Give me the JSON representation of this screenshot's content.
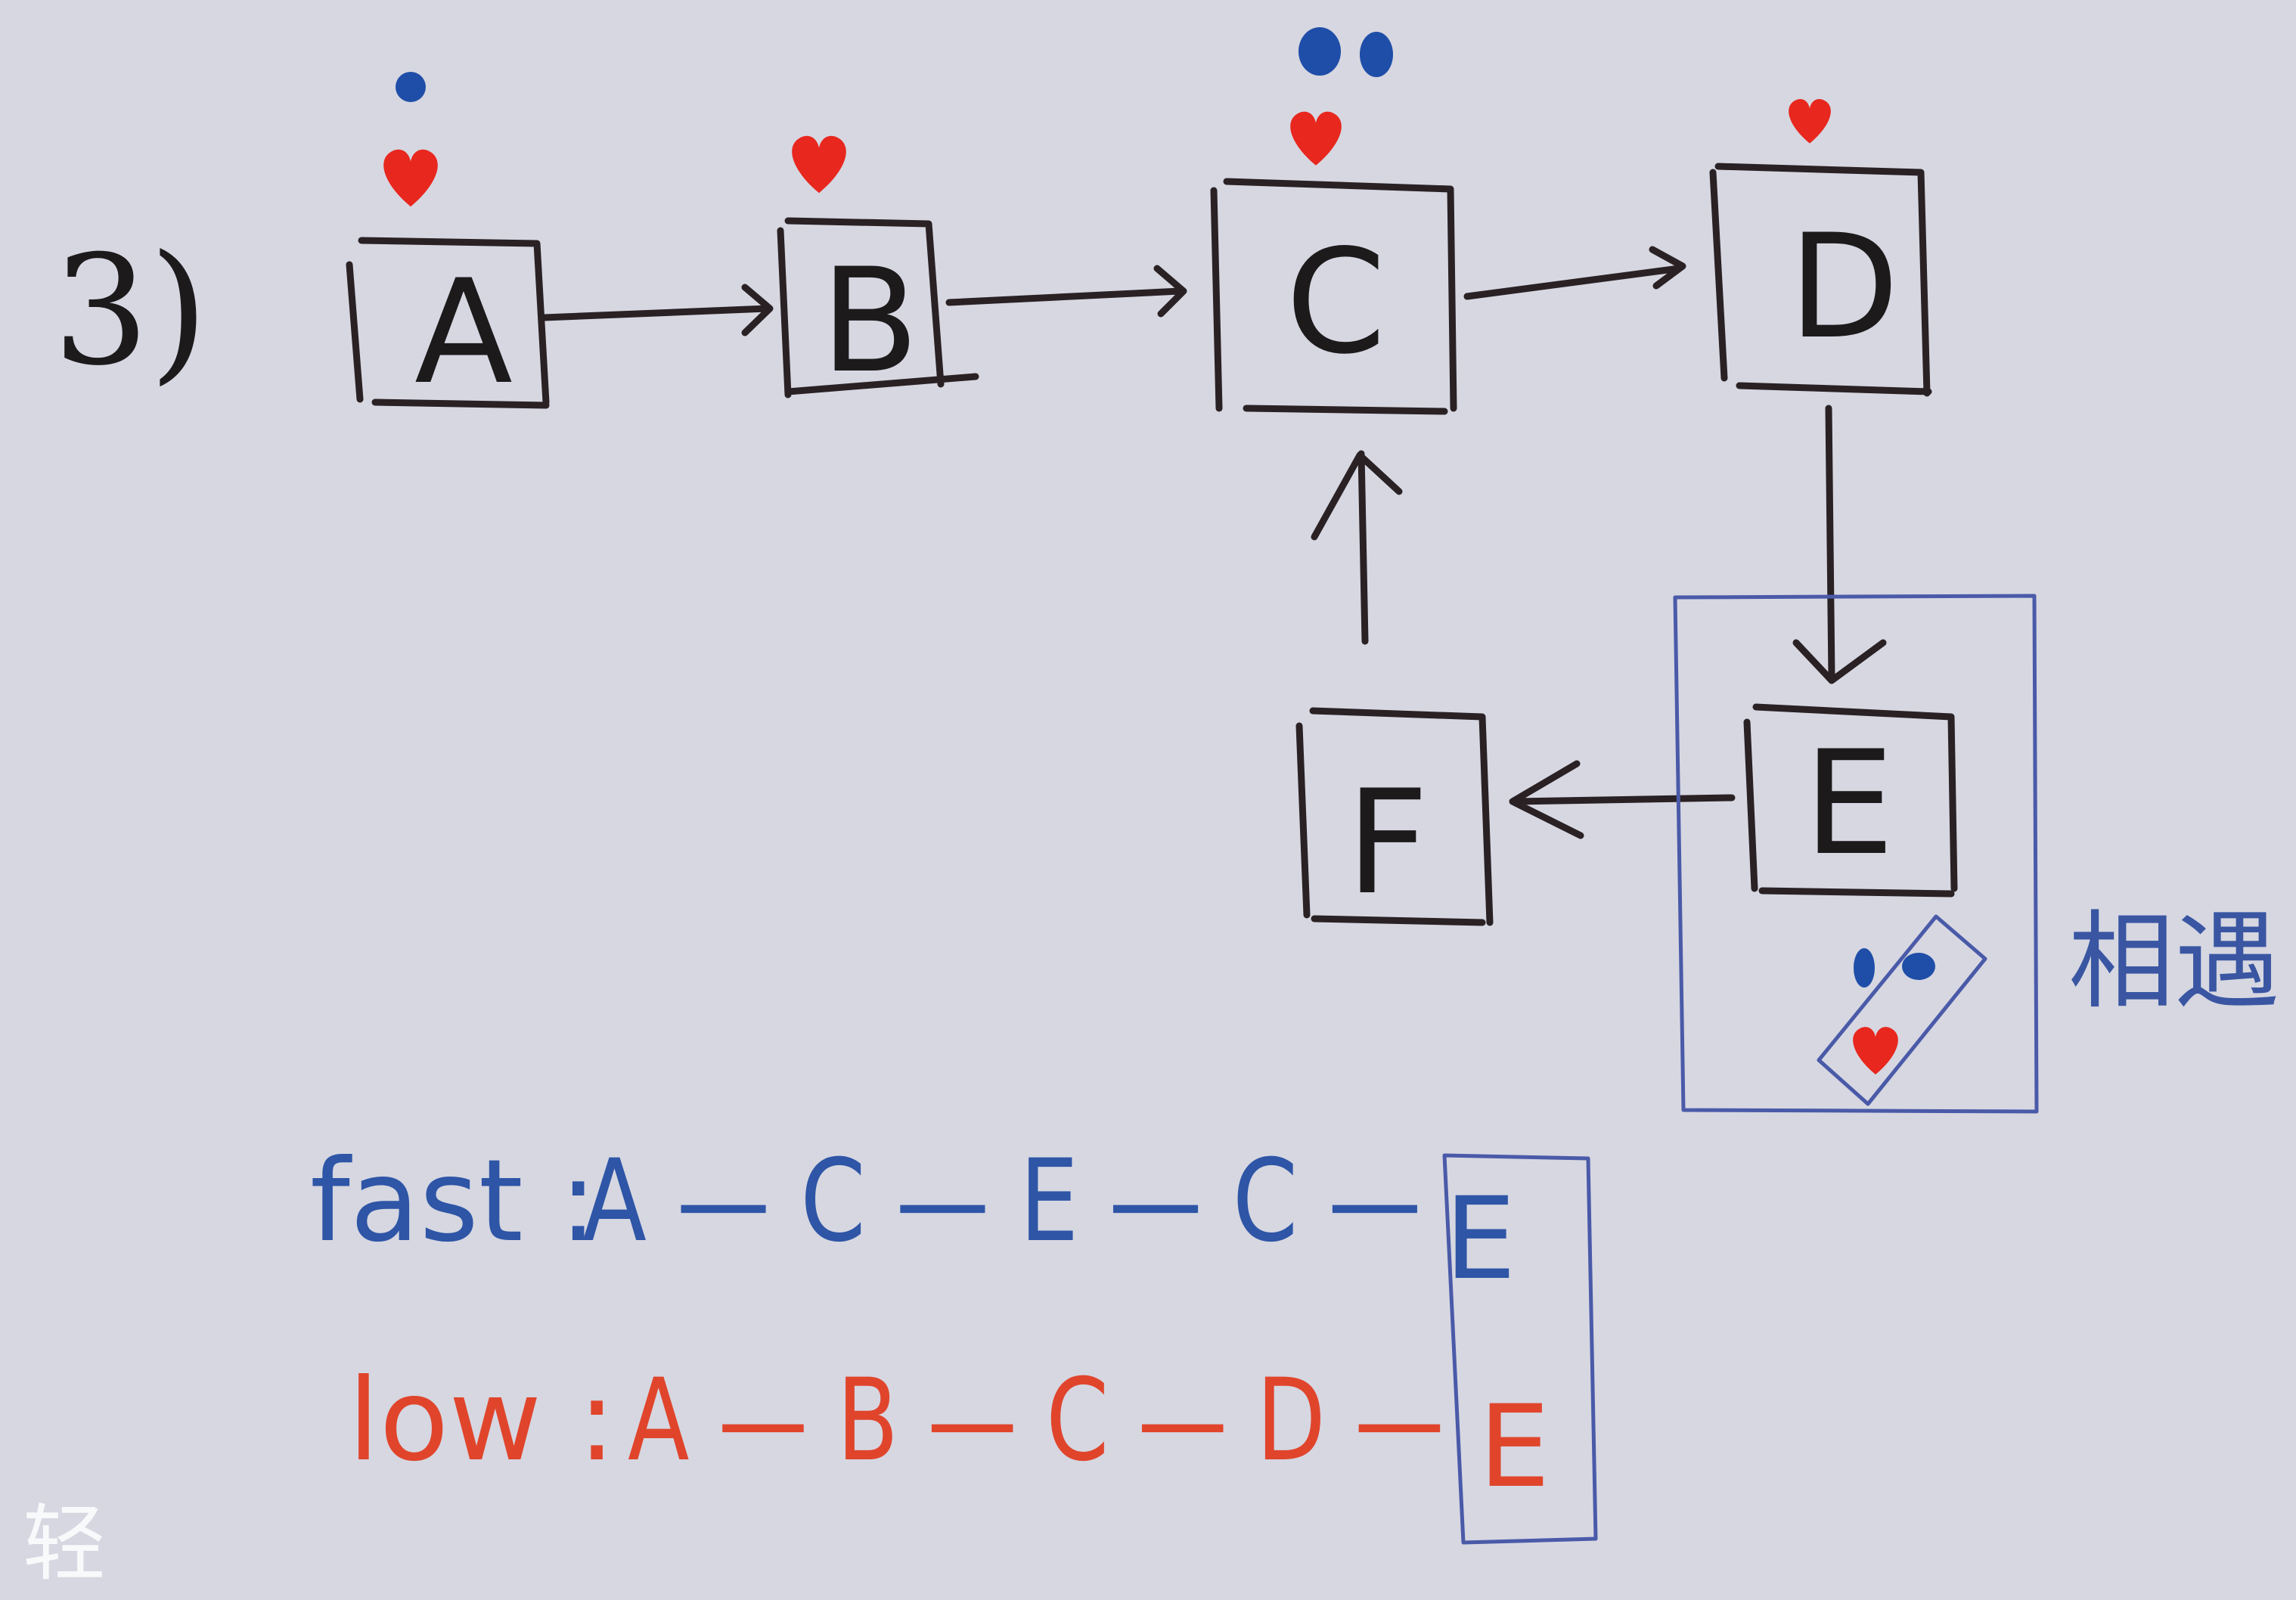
{
  "section_label": "3)",
  "nodes": {
    "a": "A",
    "b": "B",
    "c": "C",
    "d": "D",
    "e": "E",
    "f": "F"
  },
  "meet_label": "相遇",
  "fast_trace": {
    "label": "fast :",
    "path": "A — C — E — C —",
    "end": "E"
  },
  "slow_trace": {
    "label": "low :",
    "path": "A — B — C — D —",
    "end": "E"
  },
  "watermark": "轻",
  "colors": {
    "board": "#d6d7e1",
    "ink": "#2a2124",
    "fast_marker": "#1f4ea8",
    "slow_marker": "#e8271e",
    "frame": "#4a5aa8"
  },
  "markers": {
    "fast_icon": "blue-dot-icon",
    "slow_icon": "red-heart-icon"
  }
}
